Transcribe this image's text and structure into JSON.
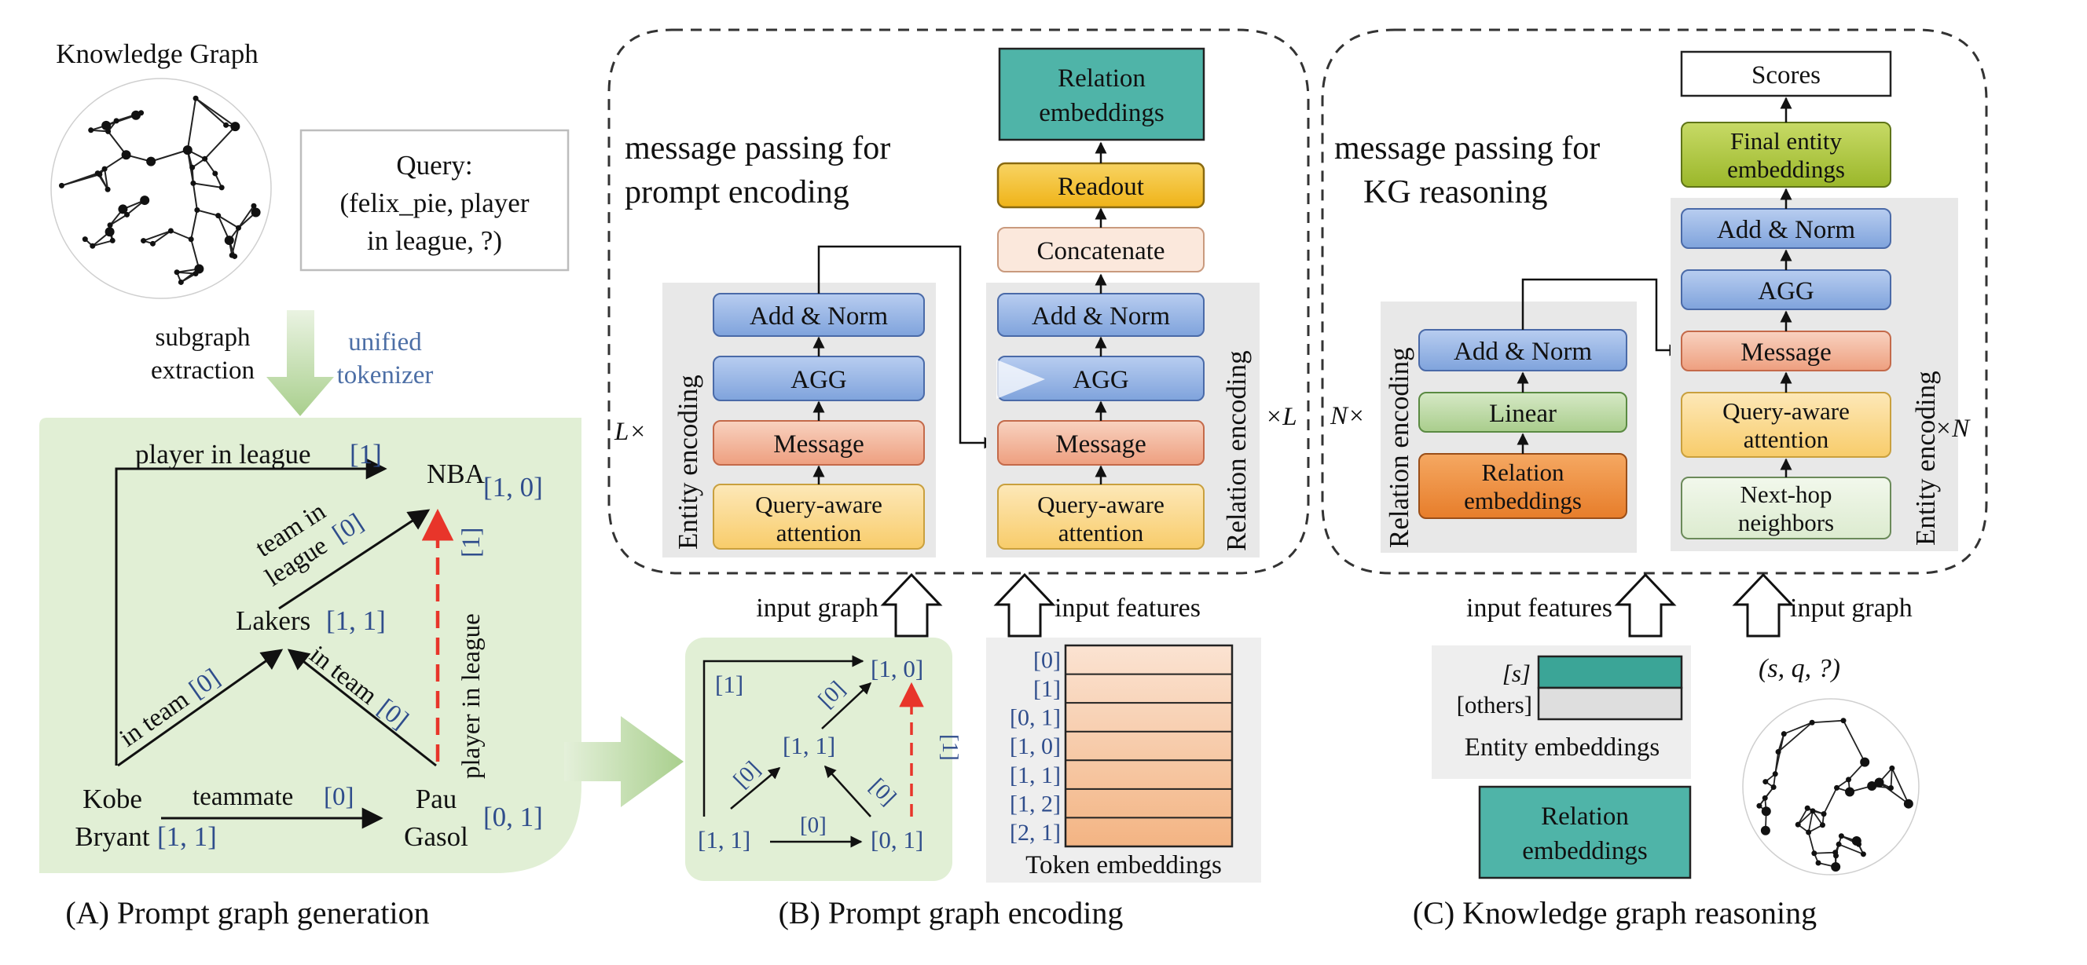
{
  "panel_a": {
    "kg_title": "Knowledge Graph",
    "query_lines": [
      "Query:",
      "(felix_pie, player",
      "in league, ?)"
    ],
    "subgraph_lines": [
      "subgraph",
      "extraction"
    ],
    "tokenizer_lines": [
      "unified",
      "tokenizer"
    ],
    "edge_player_in_league_top": "player in league",
    "edge_player_in_league_top_tok": "[1]",
    "node_nba": "NBA",
    "node_nba_tok": "[1, 0]",
    "edge_team_in_league_1": "team in",
    "edge_team_in_league_2": "league",
    "edge_team_in_league_tok": "[0]",
    "node_lakers": "Lakers",
    "node_lakers_tok": "[1, 1]",
    "edge_in_team_left": "in team",
    "edge_in_team_left_tok": "[0]",
    "edge_in_team_right": "in team",
    "edge_in_team_right_tok": "[0]",
    "edge_player_in_league_dash": "player in league",
    "edge_player_in_league_dash_tok": "[1]",
    "node_kobe_1": "Kobe",
    "node_kobe_2": "Bryant",
    "node_kobe_tok": "[1, 1]",
    "edge_teammate": "teammate",
    "edge_teammate_tok": "[0]",
    "node_pau_1": "Pau",
    "node_pau_2": "Gasol",
    "node_pau_tok": "[0, 1]",
    "caption": "(A) Prompt graph generation"
  },
  "panel_b": {
    "title_lines": [
      "message passing for",
      "prompt encoding"
    ],
    "entity_encoding_label": "Entity encoding",
    "relation_encoding_label": "Relation encoding",
    "left_multiplier": "L×",
    "right_multiplier": "×L",
    "entity_stack": {
      "add_norm": "Add & Norm",
      "agg": "AGG",
      "message": "Message",
      "attention_lines": [
        "Query-aware",
        "attention"
      ]
    },
    "relation_stack": {
      "relation_embeddings_lines": [
        "Relation",
        "embeddings"
      ],
      "readout": "Readout",
      "concatenate": "Concatenate",
      "add_norm": "Add & Norm",
      "agg": "AGG",
      "message": "Message",
      "attention_lines": [
        "Query-aware",
        "attention"
      ]
    },
    "input_graph": "input graph",
    "input_features": "input features",
    "mini_graph": {
      "top_left_tok": "[1]",
      "top_right_node": "[1, 0]",
      "mid_node": "[1, 1]",
      "bottom_left_node": "[1, 1]",
      "bottom_right_node": "[0, 1]",
      "edge_a": "[0]",
      "edge_b": "[0]",
      "edge_c": "[0]",
      "edge_d": "[0]",
      "edge_dash": "[1]"
    },
    "token_labels": [
      "[0]",
      "[1]",
      "[0, 1]",
      "[1, 0]",
      "[1, 1]",
      "[1, 2]",
      "[2, 1]"
    ],
    "token_caption": "Token embeddings",
    "caption": "(B) Prompt graph encoding"
  },
  "panel_c": {
    "title_lines": [
      "message passing for",
      "KG reasoning"
    ],
    "relation_encoding_label": "Relation encoding",
    "entity_encoding_label": "Entity encoding",
    "left_multiplier": "N×",
    "right_multiplier": "×N",
    "relation_stack": {
      "add_norm": "Add & Norm",
      "linear": "Linear",
      "relation_embeddings_lines": [
        "Relation",
        "embeddings"
      ]
    },
    "entity_stack": {
      "scores": "Scores",
      "final_lines": [
        "Final entity",
        "embeddings"
      ],
      "add_norm": "Add & Norm",
      "agg": "AGG",
      "message": "Message",
      "attention_lines": [
        "Query-aware",
        "attention"
      ],
      "neighbors_lines": [
        "Next-hop",
        "neighbors"
      ]
    },
    "input_features": "input features",
    "input_graph": "input graph",
    "triple": "(s, q, ?)",
    "emb_s": "[s]",
    "emb_others": "[others]",
    "entity_embeddings": "Entity embeddings",
    "relation_embeddings_lines": [
      "Relation",
      "embeddings"
    ],
    "caption": "(C) Knowledge graph reasoning"
  },
  "colors": {
    "blue_box": "#8fb1e3",
    "orange_box": "#f2b49a",
    "yellow_box": "#fbd98a",
    "teal": "#4fb4a8",
    "gold": "#f3c034",
    "green_box": "#b9d7a0",
    "olive": "#a9c23a",
    "dark_orange": "#ef8d3c",
    "panel_green": "#e1efd5",
    "token_blue": "#3c5aa0",
    "red_dash": "#e8352a"
  }
}
